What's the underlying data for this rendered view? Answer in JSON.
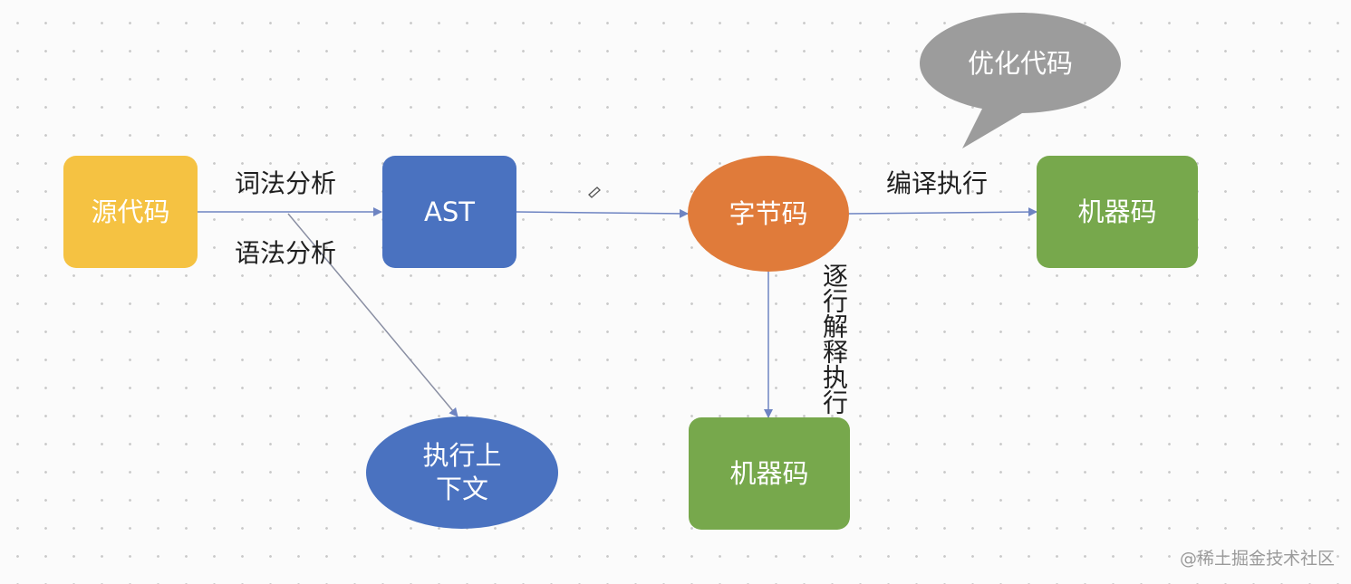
{
  "nodes": {
    "source": {
      "label": "源代码",
      "color": "#f5c242"
    },
    "ast": {
      "label": "AST",
      "color": "#4a72c0"
    },
    "bytecode": {
      "label": "字节码",
      "color": "#e07b3a"
    },
    "machine_top": {
      "label": "机器码",
      "color": "#77a84c"
    },
    "machine_bottom": {
      "label": "机器码",
      "color": "#77a84c"
    },
    "context": {
      "label": "执行上\n下文",
      "color": "#4a72c0"
    },
    "optimize_bubble": {
      "label": "优化代码",
      "color": "#9c9c9c"
    }
  },
  "edges": {
    "lexical": "词法分析",
    "syntax": "语法分析",
    "compile": "编译执行",
    "interpret": "逐行解释执行"
  },
  "watermark": "@稀土掘金技术社区",
  "colors": {
    "arrow": "#6e84c2",
    "text": "#1f1f1f"
  }
}
